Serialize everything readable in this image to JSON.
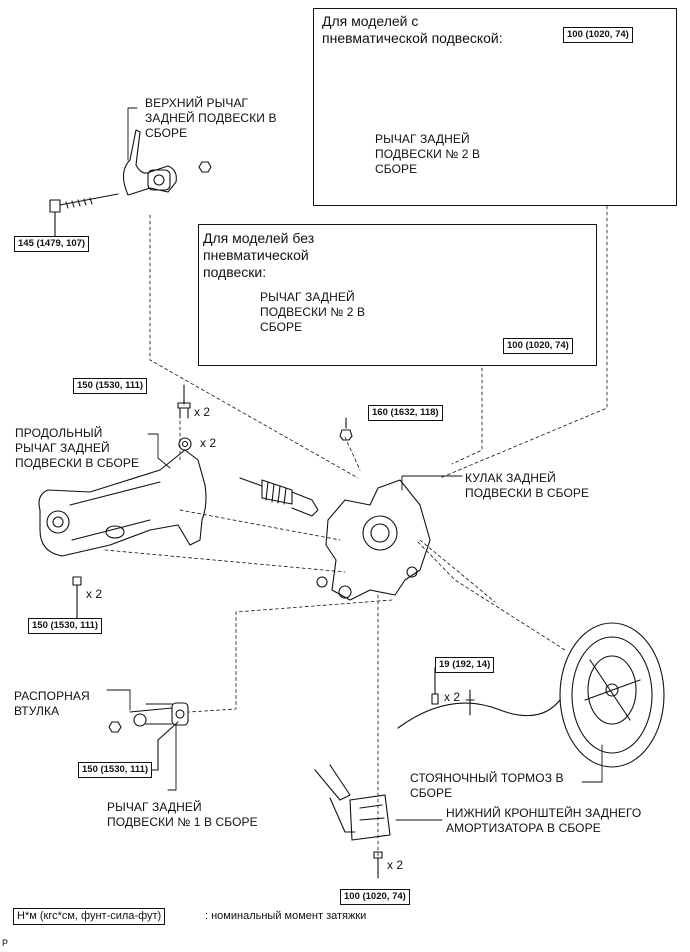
{
  "air_box": {
    "title": "Для моделей с\nпневматической подвеской:",
    "arm_label": "РЫЧАГ ЗАДНЕЙ\nПОДВЕСКИ № 2 В\nСБОРЕ",
    "torque": "100 (1020, 74)"
  },
  "noair_box": {
    "title": "Для моделей без\nпневматической\nподвески:",
    "arm_label": "РЫЧАГ ЗАДНЕЙ\nПОДВЕСКИ № 2 В\nСБОРЕ",
    "torque": "100 (1020, 74)"
  },
  "upper_arm": {
    "label": "ВЕРХНИЙ РЫЧАГ\nЗАДНЕЙ ПОДВЕСКИ В\nСБОРЕ",
    "torque": "145 (1479, 107)"
  },
  "trailing_arm": {
    "label": "ПРОДОЛЬНЫЙ\nРЫЧАГ ЗАДНЕЙ\nПОДВЕСКИ В СБОРЕ",
    "torque_top": "150 (1530, 111)",
    "torque_bottom": "150 (1530, 111)",
    "mult_bolt": "x 2",
    "mult_washer": "x 2",
    "mult_bottom": "x 2"
  },
  "knuckle": {
    "label": "КУЛАК ЗАДНЕЙ\nПОДВЕСКИ В СБОРЕ",
    "torque": "160 (1632, 118)"
  },
  "spacer": {
    "label": "РАСПОРНАЯ\nВТУЛКА"
  },
  "lower_arm1": {
    "label": "РЫЧАГ ЗАДНЕЙ\nПОДВЕСКИ № 1 В СБОРЕ",
    "torque": "150 (1530, 111)"
  },
  "parking_brake": {
    "label": "СТОЯНОЧНЫЙ ТОРМОЗ В\nСБОРЕ",
    "torque": "19 (192, 14)",
    "mult": "x 2"
  },
  "shock_bracket": {
    "label": "НИЖНИЙ КРОНШТЕЙН ЗАДНЕГО\nАМОРТИЗАТОРА В СБОРЕ",
    "torque": "100 (1020, 74)",
    "mult": "x 2"
  },
  "legend": {
    "unit": "Н*м (кгс*см, фунт-сила-фут)",
    "text": ": номинальный момент затяжки"
  },
  "corner_mark": "P"
}
